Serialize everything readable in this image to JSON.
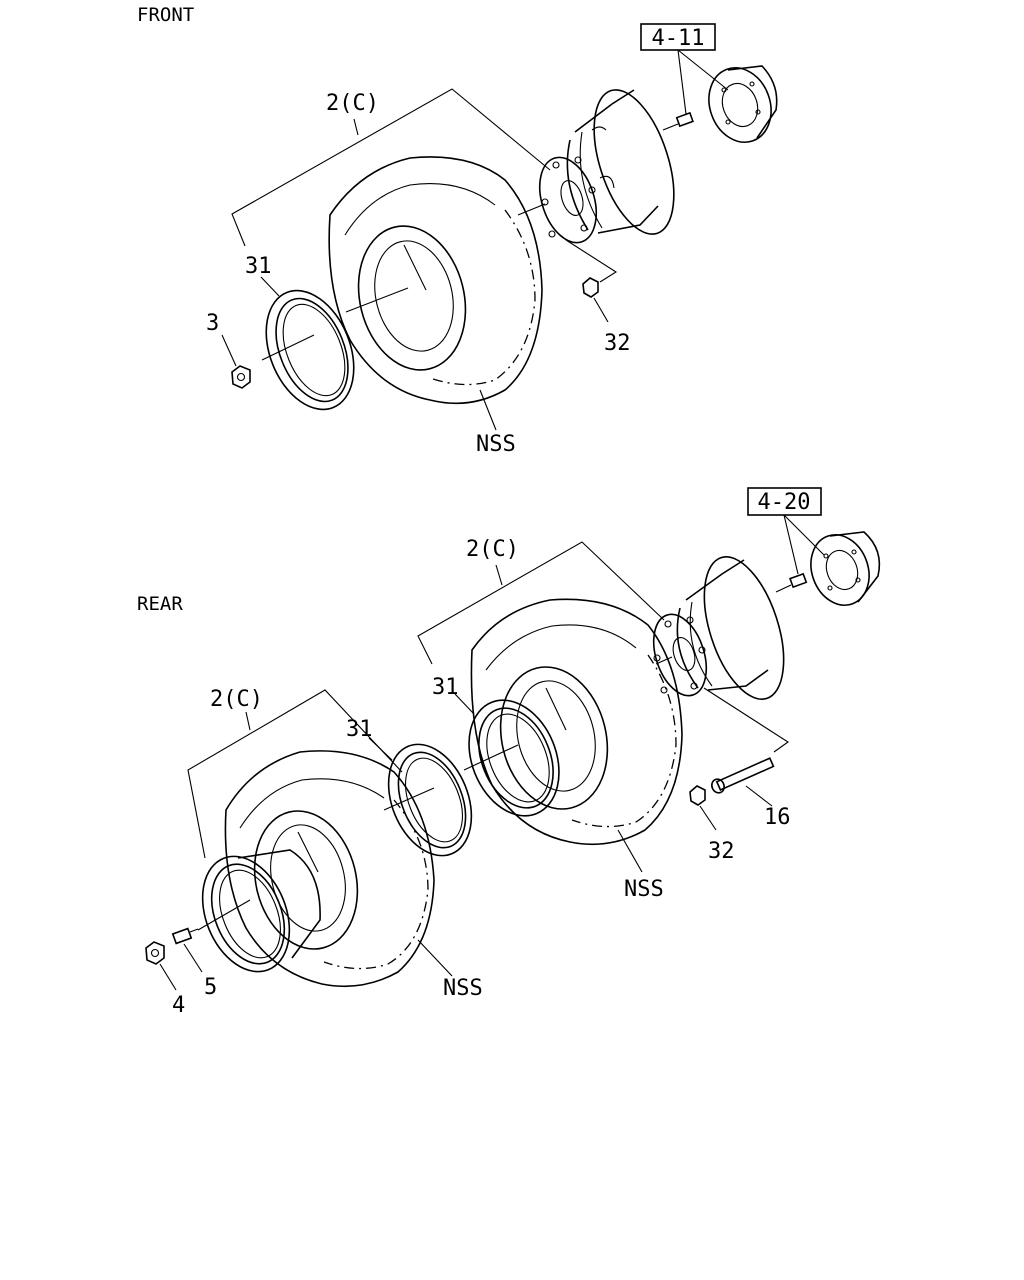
{
  "sections": {
    "front": "FRONT",
    "rear": "REAR"
  },
  "front": {
    "ref_box": "4-11",
    "assembly": "2(C)",
    "ring": "31",
    "nut": "3",
    "hub_nut": "32",
    "tire": "NSS"
  },
  "rear": {
    "ref_box": "4-20",
    "assembly_inner": "2(C)",
    "assembly_outer": "2(C)",
    "ring_inner": "31",
    "ring_outer": "31",
    "bolt": "16",
    "hub_nut": "32",
    "tire_inner": "NSS",
    "tire_outer": "NSS",
    "stud": "5",
    "nut": "4"
  }
}
